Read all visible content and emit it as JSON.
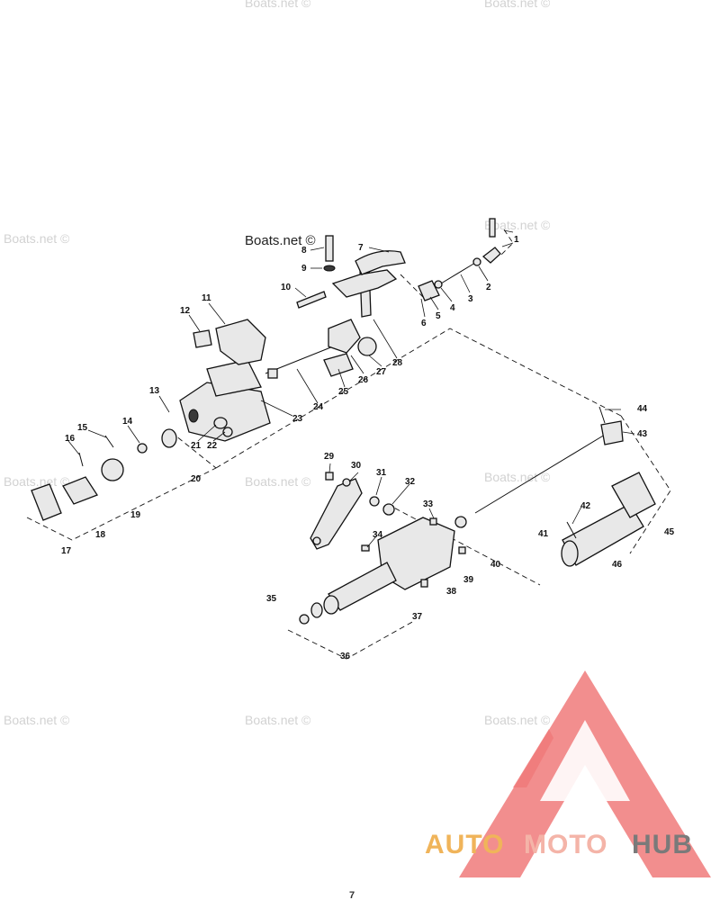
{
  "watermark_text": "Boats.net ©",
  "callouts": [
    "1",
    "2",
    "3",
    "4",
    "5",
    "6",
    "7",
    "8",
    "9",
    "10",
    "11",
    "12",
    "13",
    "14",
    "15",
    "16",
    "17",
    "18",
    "19",
    "20",
    "21",
    "22",
    "23",
    "24",
    "25",
    "26",
    "27",
    "28",
    "29",
    "30",
    "31",
    "32",
    "33",
    "34",
    "35",
    "36",
    "37",
    "38",
    "39",
    "40",
    "41",
    "42",
    "43",
    "44",
    "45",
    "46"
  ],
  "page_number": "7",
  "logo": {
    "text_auto": "AUTO",
    "text_moto": "MOTO",
    "text_hub": "HUB",
    "colors": {
      "auto": "#f0b45a",
      "moto": "#f4b4a8",
      "hub": "#7a7a7a",
      "triangle": "#f07a7a"
    }
  }
}
